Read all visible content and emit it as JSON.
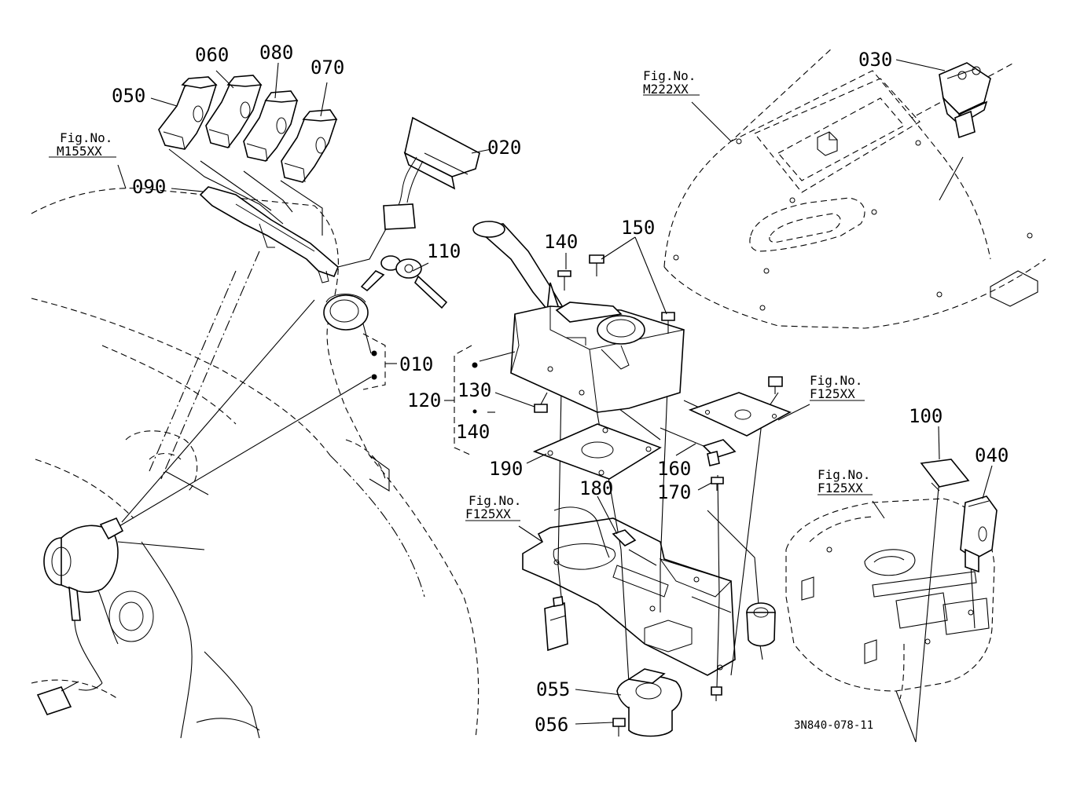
{
  "part_labels": {
    "p010": "010",
    "p020": "020",
    "p030": "030",
    "p040": "040",
    "p050": "050",
    "p055": "055",
    "p056": "056",
    "p060": "060",
    "p070": "070",
    "p080": "080",
    "p090": "090",
    "p100": "100",
    "p110": "110",
    "p120": "120",
    "p130": "130",
    "p140a": "140",
    "p140b": "140",
    "p150": "150",
    "p160": "160",
    "p170": "170",
    "p180": "180",
    "p190": "190"
  },
  "figure_refs": {
    "m155": {
      "prefix": "Fig.No.",
      "code": "M155XX"
    },
    "m222": {
      "prefix": "Fig.No.",
      "code": "M222XX"
    },
    "f125_upper": {
      "prefix": "Fig.No.",
      "code": "F125XX"
    },
    "f125_left": {
      "prefix": "Fig.No.",
      "code": "F125XX"
    },
    "f125_right": {
      "prefix": "Fig.No.",
      "code": "F125XX"
    }
  },
  "drawing_number": "3N840-078-11"
}
